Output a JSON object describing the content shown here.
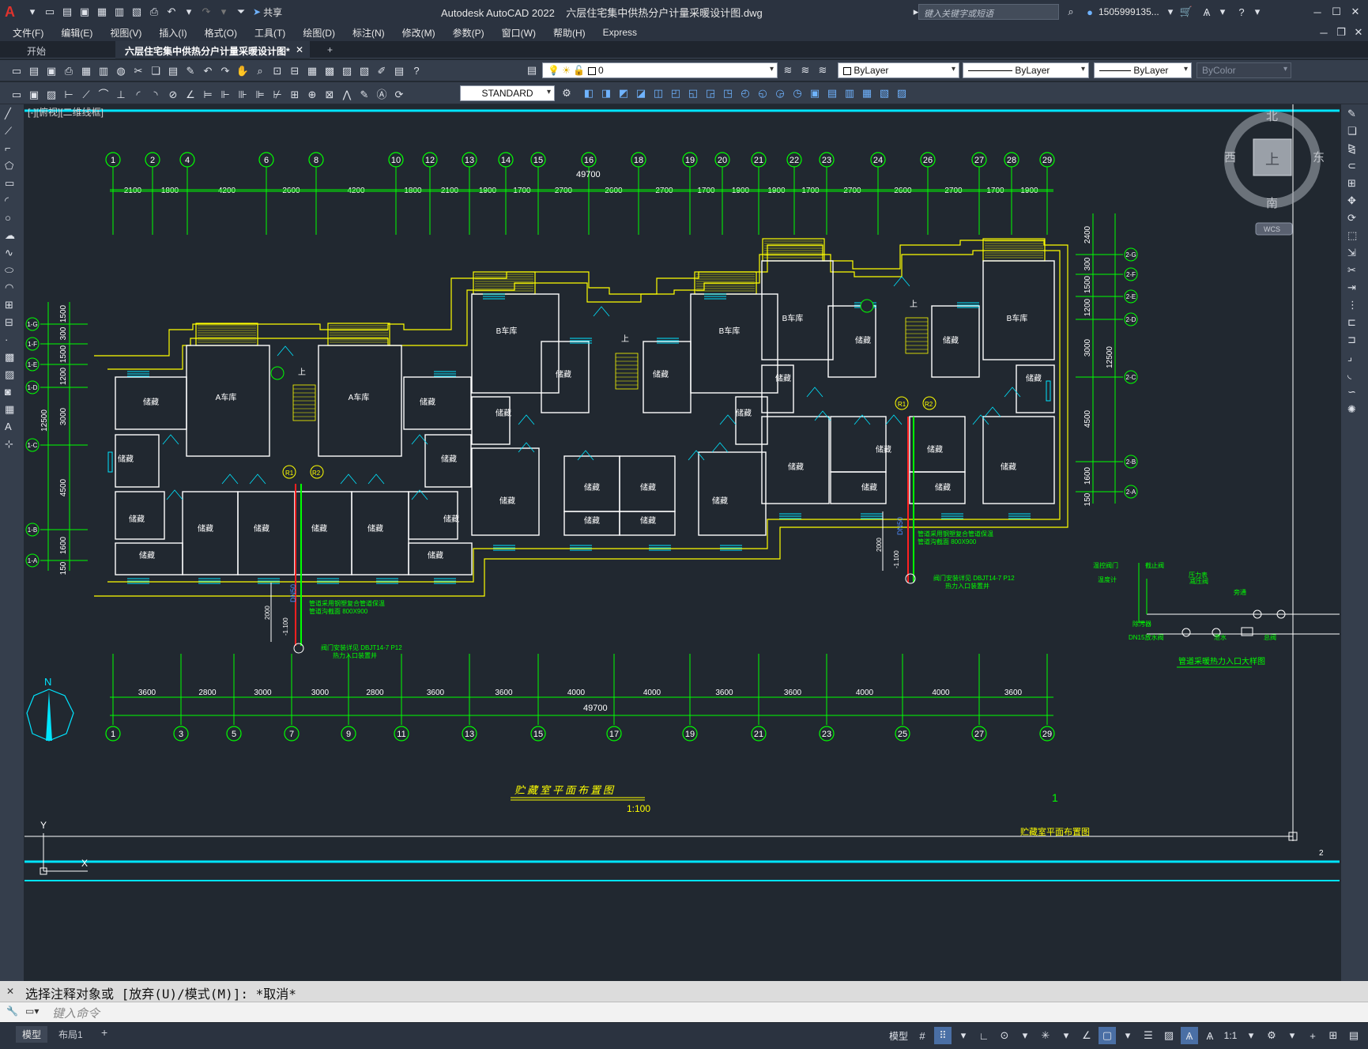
{
  "app": {
    "title": "Autodesk AutoCAD 2022    六层住宅集中供热分户计量采暖设计图.dwg",
    "search_placeholder": "键入关键字或短语",
    "user": "1505999135...",
    "share_label": "共享"
  },
  "menu": [
    "文件(F)",
    "编辑(E)",
    "视图(V)",
    "插入(I)",
    "格式(O)",
    "工具(T)",
    "绘图(D)",
    "标注(N)",
    "修改(M)",
    "参数(P)",
    "窗口(W)",
    "帮助(H)",
    "Express"
  ],
  "tabs": [
    {
      "label": "开始"
    },
    {
      "label": "六层住宅集中供热分户计量采暖设计图*"
    }
  ],
  "layer_value": "0",
  "text_style": "STANDARD",
  "props": {
    "color": "ByLayer",
    "linetype": "ByLayer",
    "lineweight": "ByLayer",
    "plotstyle": "ByColor"
  },
  "viewport_label": "[-][俯视][二维线框]",
  "viewcube": {
    "n": "北",
    "s": "南",
    "e": "东",
    "w": "西",
    "top": "上",
    "wcs": "WCS"
  },
  "grid_top": [
    "1",
    "2",
    "4",
    "6",
    "8",
    "10",
    "12",
    "13",
    "14",
    "15",
    "16",
    "18",
    "19",
    "20",
    "21",
    "22",
    "23",
    "24",
    "26",
    "27",
    "28",
    "29"
  ],
  "dims_top": [
    "2100",
    "1800",
    "4200",
    "2600",
    "4200",
    "1800",
    "2100",
    "1900",
    "1700",
    "2700",
    "2600",
    "2700",
    "1700",
    "1900",
    "1900",
    "1700",
    "2700",
    "2600",
    "2700",
    "1700",
    "1900"
  ],
  "dim_total": "49700",
  "grid_bottom": [
    "1",
    "3",
    "5",
    "7",
    "9",
    "11",
    "13",
    "15",
    "17",
    "19",
    "21",
    "23",
    "25",
    "27",
    "29"
  ],
  "dims_bottom": [
    "3600",
    "2800",
    "3000",
    "3000",
    "2800",
    "3600",
    "3600",
    "4000",
    "4000",
    "3600",
    "3600",
    "4000",
    "4000",
    "3600"
  ],
  "axes_left": [
    "1-G",
    "1-F",
    "1-E",
    "1-D",
    "1-C",
    "1-B",
    "1-A"
  ],
  "dims_left": [
    "1500",
    "300",
    "1500",
    "1200",
    "3000",
    "4500",
    "1600",
    "150",
    "12500"
  ],
  "axes_right": [
    "2-G",
    "2-F",
    "2-E",
    "2-D",
    "2-C",
    "2-B",
    "2-A"
  ],
  "dims_right": [
    "2400",
    "300",
    "1500",
    "1200",
    "3000",
    "4500",
    "1600",
    "150",
    "12500"
  ],
  "rooms": {
    "garage_a": "A车库",
    "garage_b": "B车库",
    "storage": "储藏",
    "up": "上"
  },
  "pipe_labels": {
    "dn50": "DN50",
    "note1": "管道采用钢塑复合管道保温",
    "note2": "管道沟截面 800X900",
    "note3": "阀门安装详见 DBJT14-7 P12",
    "note4": "热力入口装置井",
    "dim2000": "2000",
    "elev": "-1.100",
    "r1": "R1",
    "r2": "R2"
  },
  "detail_labels": [
    "温控阀门",
    "截止阀",
    "压力表",
    "温度计",
    "减压阀",
    "旁通",
    "DN15放水阀",
    "泄水",
    "除污器",
    "总阀"
  ],
  "detail_title": "管道采暖热力入口大样图",
  "plan_title": "贮藏室平面布置图",
  "plan_scale": "1:100",
  "sheet_num_1": "1",
  "sheet_num_2": "2",
  "sheet_title_small": "贮藏室平面布置图",
  "command_history": "选择注释对象或 [放弃(U)/模式(M)]: *取消*",
  "command_placeholder": "键入命令",
  "layout_tabs": [
    "模型",
    "布局1"
  ],
  "status": {
    "model": "模型",
    "scale": "1:1"
  },
  "colors": {
    "bg": "#212830",
    "green": "#00ff00",
    "yellow": "#ffff00",
    "cyan": "#00e5ff",
    "white": "#ffffff",
    "red": "#ff2020",
    "magenta": "#ff00ff"
  }
}
